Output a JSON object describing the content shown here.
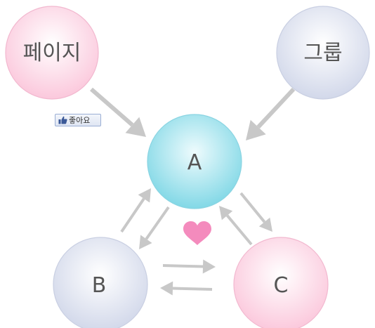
{
  "nodes": {
    "page": {
      "label": "페이지",
      "color": "#fbd3e3"
    },
    "group": {
      "label": "그룹",
      "color": "#dfe3ef"
    },
    "a": {
      "label": "A",
      "color": "#8fdde8"
    },
    "b": {
      "label": "B",
      "color": "#dfe3ef"
    },
    "c": {
      "label": "C",
      "color": "#fbd3e3"
    }
  },
  "like_button": {
    "label": "좋아요",
    "icon": "thumbs-up-icon"
  },
  "heart": {
    "icon": "heart-icon",
    "color": "#f48bbd"
  },
  "arrow_color": "#c8c8c8",
  "edges": [
    {
      "from": "페이지",
      "to": "A"
    },
    {
      "from": "그룹",
      "to": "A"
    },
    {
      "from": "B",
      "to": "A"
    },
    {
      "from": "A",
      "to": "B"
    },
    {
      "from": "A",
      "to": "C"
    },
    {
      "from": "C",
      "to": "A"
    },
    {
      "from": "B",
      "to": "C"
    },
    {
      "from": "C",
      "to": "B"
    }
  ]
}
